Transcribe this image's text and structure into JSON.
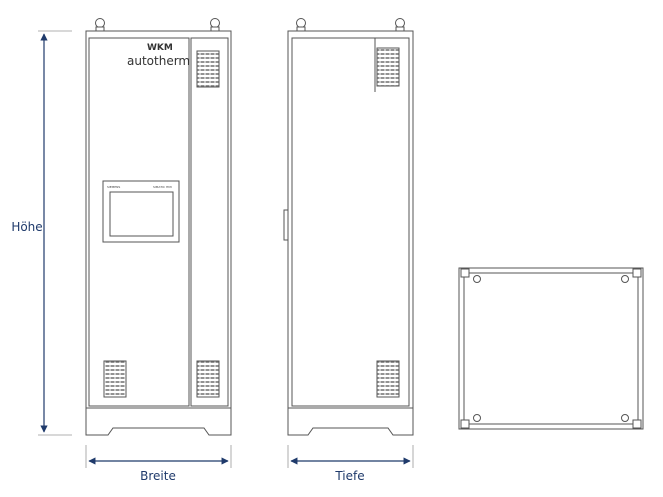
{
  "dimensions": {
    "height_label": "Höhe",
    "width_label": "Breite",
    "depth_label": "Tiefe"
  },
  "logo": {
    "mark": "WKM",
    "name": "autotherm"
  },
  "hmi_panel": {
    "brand": "SIEMENS",
    "model": "SIMATIC HMI"
  },
  "colors": {
    "dimension": "#1f3a6b",
    "outline": "#555555",
    "vent": "#777777"
  }
}
